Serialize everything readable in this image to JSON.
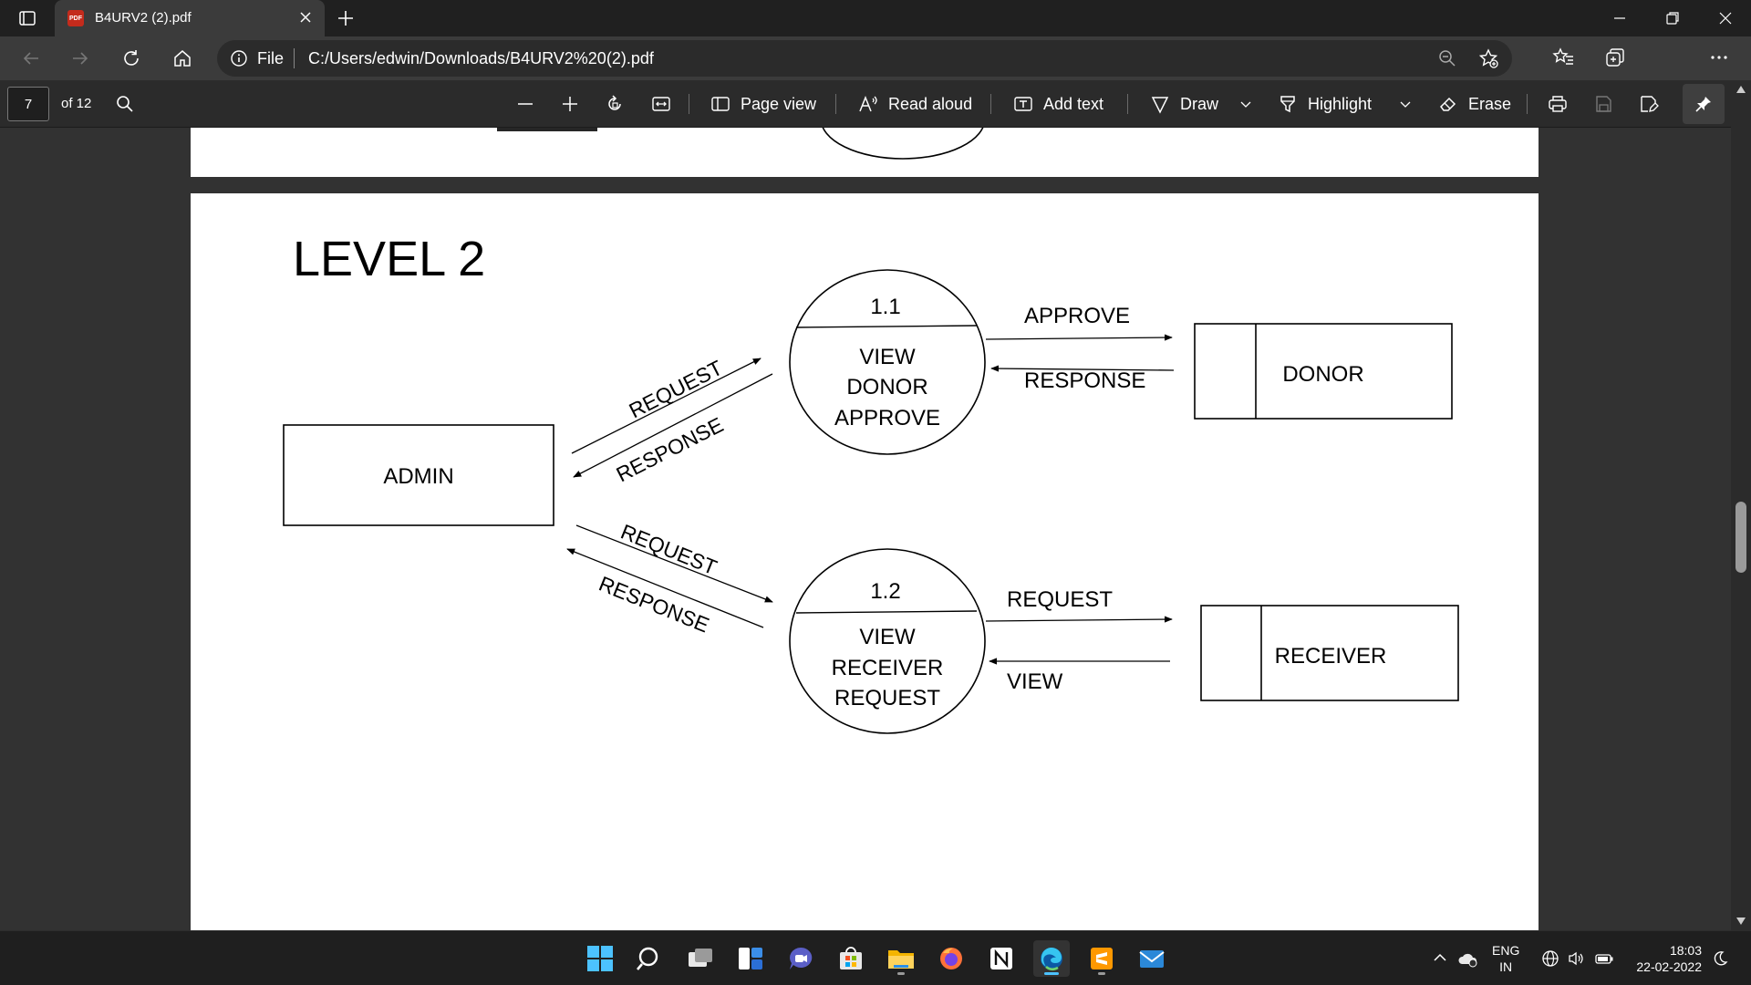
{
  "browser": {
    "tab_title": "B4URV2 (2).pdf",
    "tab_badge": "PDF",
    "address": {
      "scheme_label": "File",
      "url": "C:/Users/edwin/Downloads/B4URV2%20(2).pdf"
    }
  },
  "pdf_toolbar": {
    "page_current": "7",
    "page_total": "of 12",
    "page_view": "Page view",
    "read_aloud": "Read aloud",
    "add_text": "Add text",
    "draw": "Draw",
    "highlight": "Highlight",
    "erase": "Erase"
  },
  "diagram": {
    "heading": "LEVEL 2",
    "admin": "ADMIN",
    "process1": {
      "id": "1.1",
      "lines": [
        "VIEW",
        "DONOR",
        "APPROVE"
      ]
    },
    "process2": {
      "id": "1.2",
      "lines": [
        "VIEW",
        "RECEIVER",
        "REQUEST"
      ]
    },
    "donor": "DONOR",
    "receiver": "RECEIVER",
    "flows": {
      "admin_p1_request": "REQUEST",
      "p1_admin_response": "RESPONSE",
      "admin_p2_request": "REQUEST",
      "p2_admin_response": "RESPONSE",
      "p1_donor_approve": "APPROVE",
      "donor_p1_response": "RESPONSE",
      "p2_receiver_request": "REQUEST",
      "receiver_p2_view": "VIEW"
    }
  },
  "taskbar": {
    "lang_line1": "ENG",
    "lang_line2": "IN",
    "time": "18:03",
    "date": "22-02-2022"
  },
  "colors": {
    "titlebar": "#202020",
    "tab_active": "#3b3b3b",
    "toolbar": "#2b2b2b",
    "viewer_bg": "#323232",
    "taskbar": "#1f1f1f",
    "edge_accent": "#4cc2ff"
  }
}
